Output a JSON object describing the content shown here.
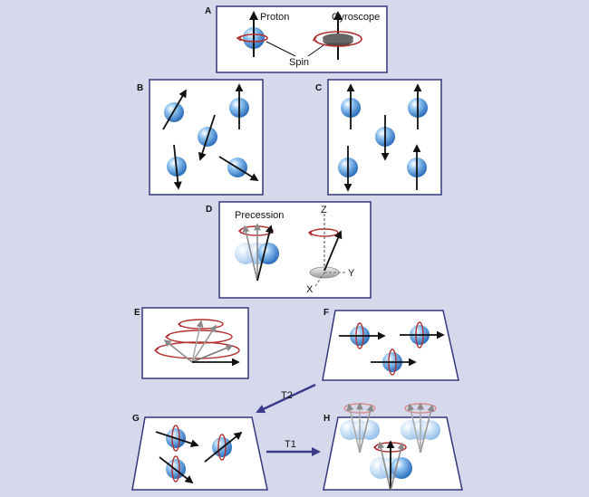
{
  "colors": {
    "background": "#d6d9ec",
    "panel_border": "#34377a",
    "sphere": "#2f7fcf",
    "precession_ring": "#b03030",
    "process_arrow": "#3a3c8a"
  },
  "panels": {
    "A": {
      "letter": "A",
      "proton_label": "Proton",
      "gyroscope_label": "Gyroscope",
      "spin_label": "Spin"
    },
    "B": {
      "letter": "B"
    },
    "C": {
      "letter": "C"
    },
    "D": {
      "letter": "D",
      "precession_label": "Precession",
      "z_label": "Z",
      "y_label": "Y",
      "x_label": "X"
    },
    "E": {
      "letter": "E"
    },
    "F": {
      "letter": "F"
    },
    "G": {
      "letter": "G"
    },
    "H": {
      "letter": "H"
    }
  },
  "transitions": {
    "t2_label": "T2",
    "t1_label": "T1"
  },
  "icons": {
    "proton": "blue-sphere-icon",
    "gyroscope": "gyroscope-icon",
    "precession": "red-ring-arrow-icon"
  }
}
